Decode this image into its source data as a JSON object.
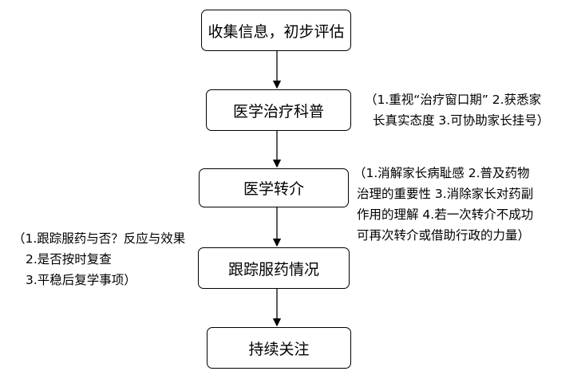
{
  "flow": {
    "step1": "收集信息，初步评估",
    "step2": "医学治疗科普",
    "step3": "医学转介",
    "step4": "跟踪服药情况",
    "step5": "持续关注"
  },
  "notes": {
    "step2_note": [
      "（1.重视“治疗窗口期” 2.获悉家",
      "长真实态度 3.可协助家长挂号）"
    ],
    "step3_note": [
      "（1.消解家长病耻感 2.普及药物",
      "治理的重要性 3.消除家长对药副",
      "作用的理解 4.若一次转介不成功",
      "可再次转介或借助行政的力量）"
    ],
    "step4_note": [
      "（1.跟踪服药与否？反应与效果",
      "2.是否按时复查",
      "3.平稳后复学事项）"
    ]
  }
}
